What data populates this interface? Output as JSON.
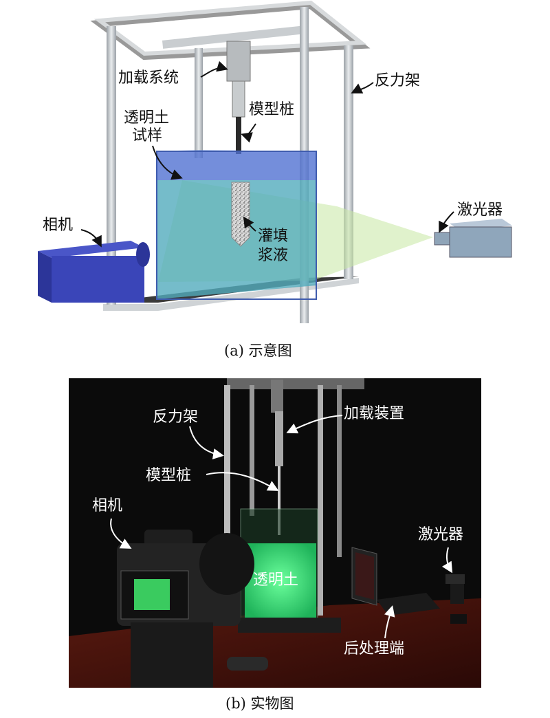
{
  "schematic": {
    "labels": {
      "loading_system": "加载系统",
      "reaction_frame": "反力架",
      "model_pile": "模型桩",
      "soil_line1": "透明土",
      "soil_line2": "试样",
      "camera": "相机",
      "laser": "激光器",
      "grout_line1": "灌填",
      "grout_line2": "浆液"
    },
    "caption": "(a) 示意图"
  },
  "photo": {
    "labels": {
      "reaction_frame": "反力架",
      "loading_device": "加载装置",
      "model_pile": "模型桩",
      "camera": "相机",
      "laser": "激光器",
      "transparent_soil": "透明土",
      "post_processing": "后处理端"
    },
    "caption": "(b) 实物图"
  }
}
